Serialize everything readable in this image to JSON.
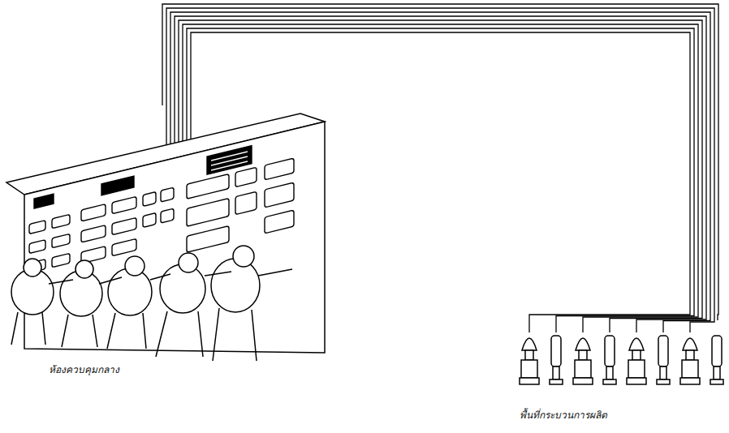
{
  "diagram": {
    "nodes": [
      {
        "text": [
          "ห้องควบคุมกลาง"
        ]
      },
      {
        "text": [
          "พื้นที่กระบวนการผลิต"
        ]
      }
    ],
    "edges": [
      {
        "from": 0,
        "to": 1,
        "arrow": "none"
      }
    ]
  }
}
